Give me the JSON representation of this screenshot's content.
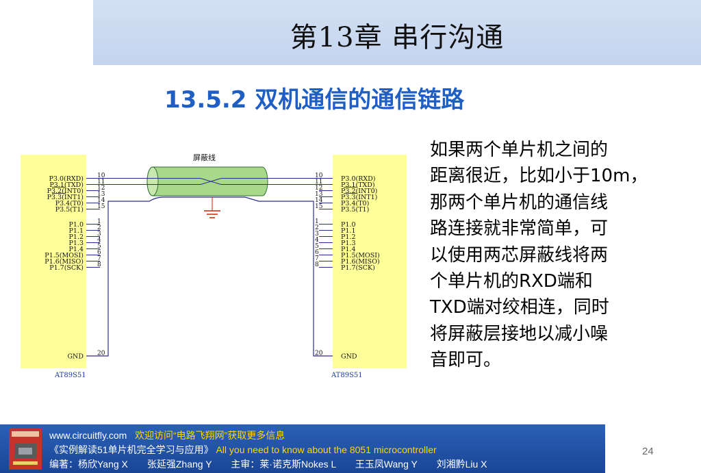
{
  "slide": {
    "chapter_title": "第13章 串行沟通",
    "section_title": "13.5.2 双机通信的通信链路",
    "body_lines": [
      "如果两个单片机之间的",
      "距离很近，比如小于10m，",
      "那两个单片机的通信线",
      "路连接就非常简单，可",
      "以使用两芯屏蔽线将两",
      "个单片机的RXD端和",
      "TXD端对绞相连，同时",
      "将屏蔽层接地以减小噪",
      "音即可。"
    ],
    "page_number": "24"
  },
  "circuit": {
    "shield_label": "屏蔽线",
    "chip_name": "AT89S51",
    "pin_labels": [
      "P3.0(RXD)",
      "P3.1(TXD)",
      "P3.2(INT0)",
      "P3.3(INT1)",
      "P3.4(T0)",
      "P3.5(T1)",
      "P1.0",
      "P1.1",
      "P1.2",
      "P1.3",
      "P1.4",
      "P1.5(MOSI)",
      "P1.6(MISO)",
      "P1.7(SCK)",
      "GND"
    ],
    "pin_numbers": [
      "10",
      "11",
      "12",
      "13",
      "14",
      "15",
      "1",
      "2",
      "3",
      "4",
      "5",
      "6",
      "7",
      "8",
      "20"
    ]
  },
  "footer": {
    "website": "www.circuitfly.com",
    "welcome": "欢迎访问“电路飞翔网”获取更多信息",
    "book_title_cn": "《实例解读51单片机完全学习与应用》",
    "book_title_en": "All you need to know about the 8051 microcontroller",
    "credits": "编著：杨欣Yang X　　张延强Zhang Y　　主审：莱·诺克斯Nokes L　　王玉凤Wang Y　　刘湘黔Liu X"
  },
  "colors": {
    "title_bar": "#c9d8f0",
    "section_title": "#1f5fc4",
    "chip_fill": "#ffff99",
    "shield_fill": "#a8d88a",
    "wire": "#2b2b8c",
    "ground": "#cc2200",
    "footer_bg": "#2356a8",
    "footer_highlight": "#ffd800"
  }
}
